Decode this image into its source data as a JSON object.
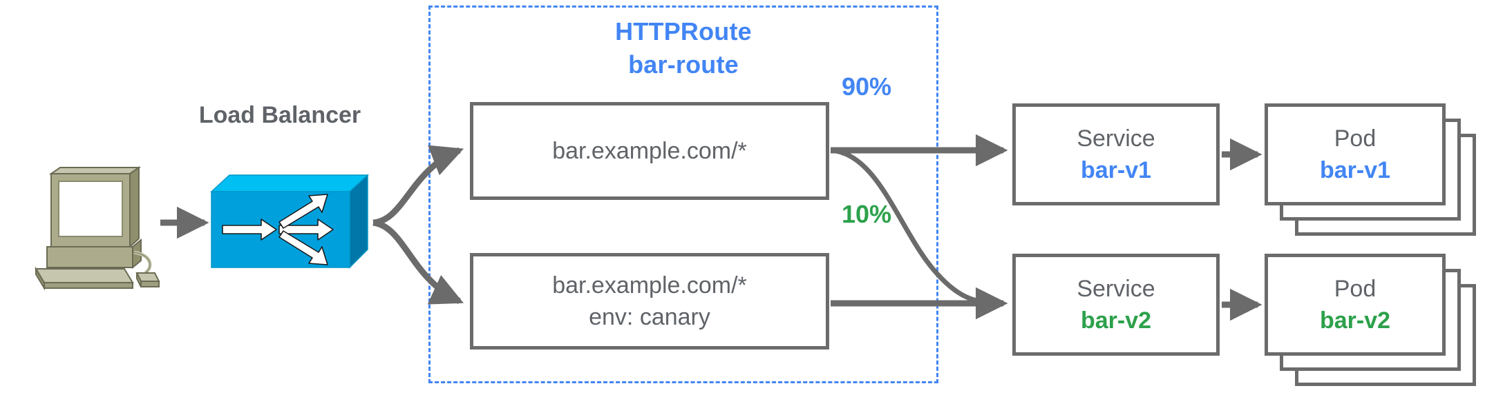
{
  "diagram": {
    "title_group": {
      "kind": "HTTPRoute",
      "name": "bar-route",
      "color": "#4285F4",
      "border_style": "dashed"
    },
    "client": {
      "icon": "desktop-computer-icon"
    },
    "load_balancer": {
      "label": "Load Balancer",
      "icon": "load-balancer-switch-icon",
      "color": "#00A0DC"
    },
    "matches": [
      {
        "id": "match-top",
        "line1": "bar.example.com/*",
        "line2": ""
      },
      {
        "id": "match-bottom",
        "line1": "bar.example.com/*",
        "line2": "env: canary"
      }
    ],
    "weights": [
      {
        "value": "90%",
        "color": "#4285F4",
        "target": "bar-v1"
      },
      {
        "value": "10%",
        "color": "#2CA14B",
        "target": "bar-v2"
      }
    ],
    "services": [
      {
        "kind": "Service",
        "name": "bar-v1",
        "color": "#4285F4"
      },
      {
        "kind": "Service",
        "name": "bar-v2",
        "color": "#2CA14B"
      }
    ],
    "pods": [
      {
        "kind": "Pod",
        "name": "bar-v1",
        "color": "#4285F4",
        "replicas": 3
      },
      {
        "kind": "Pod",
        "name": "bar-v2",
        "color": "#2CA14B",
        "replicas": 3
      }
    ],
    "palette": {
      "box_border": "#6b6b6b",
      "text_gray": "#5f6368",
      "blue": "#4285F4",
      "green": "#2CA14B",
      "lb_blue": "#00A0DC",
      "computer_beige": "#A9A98B"
    }
  }
}
